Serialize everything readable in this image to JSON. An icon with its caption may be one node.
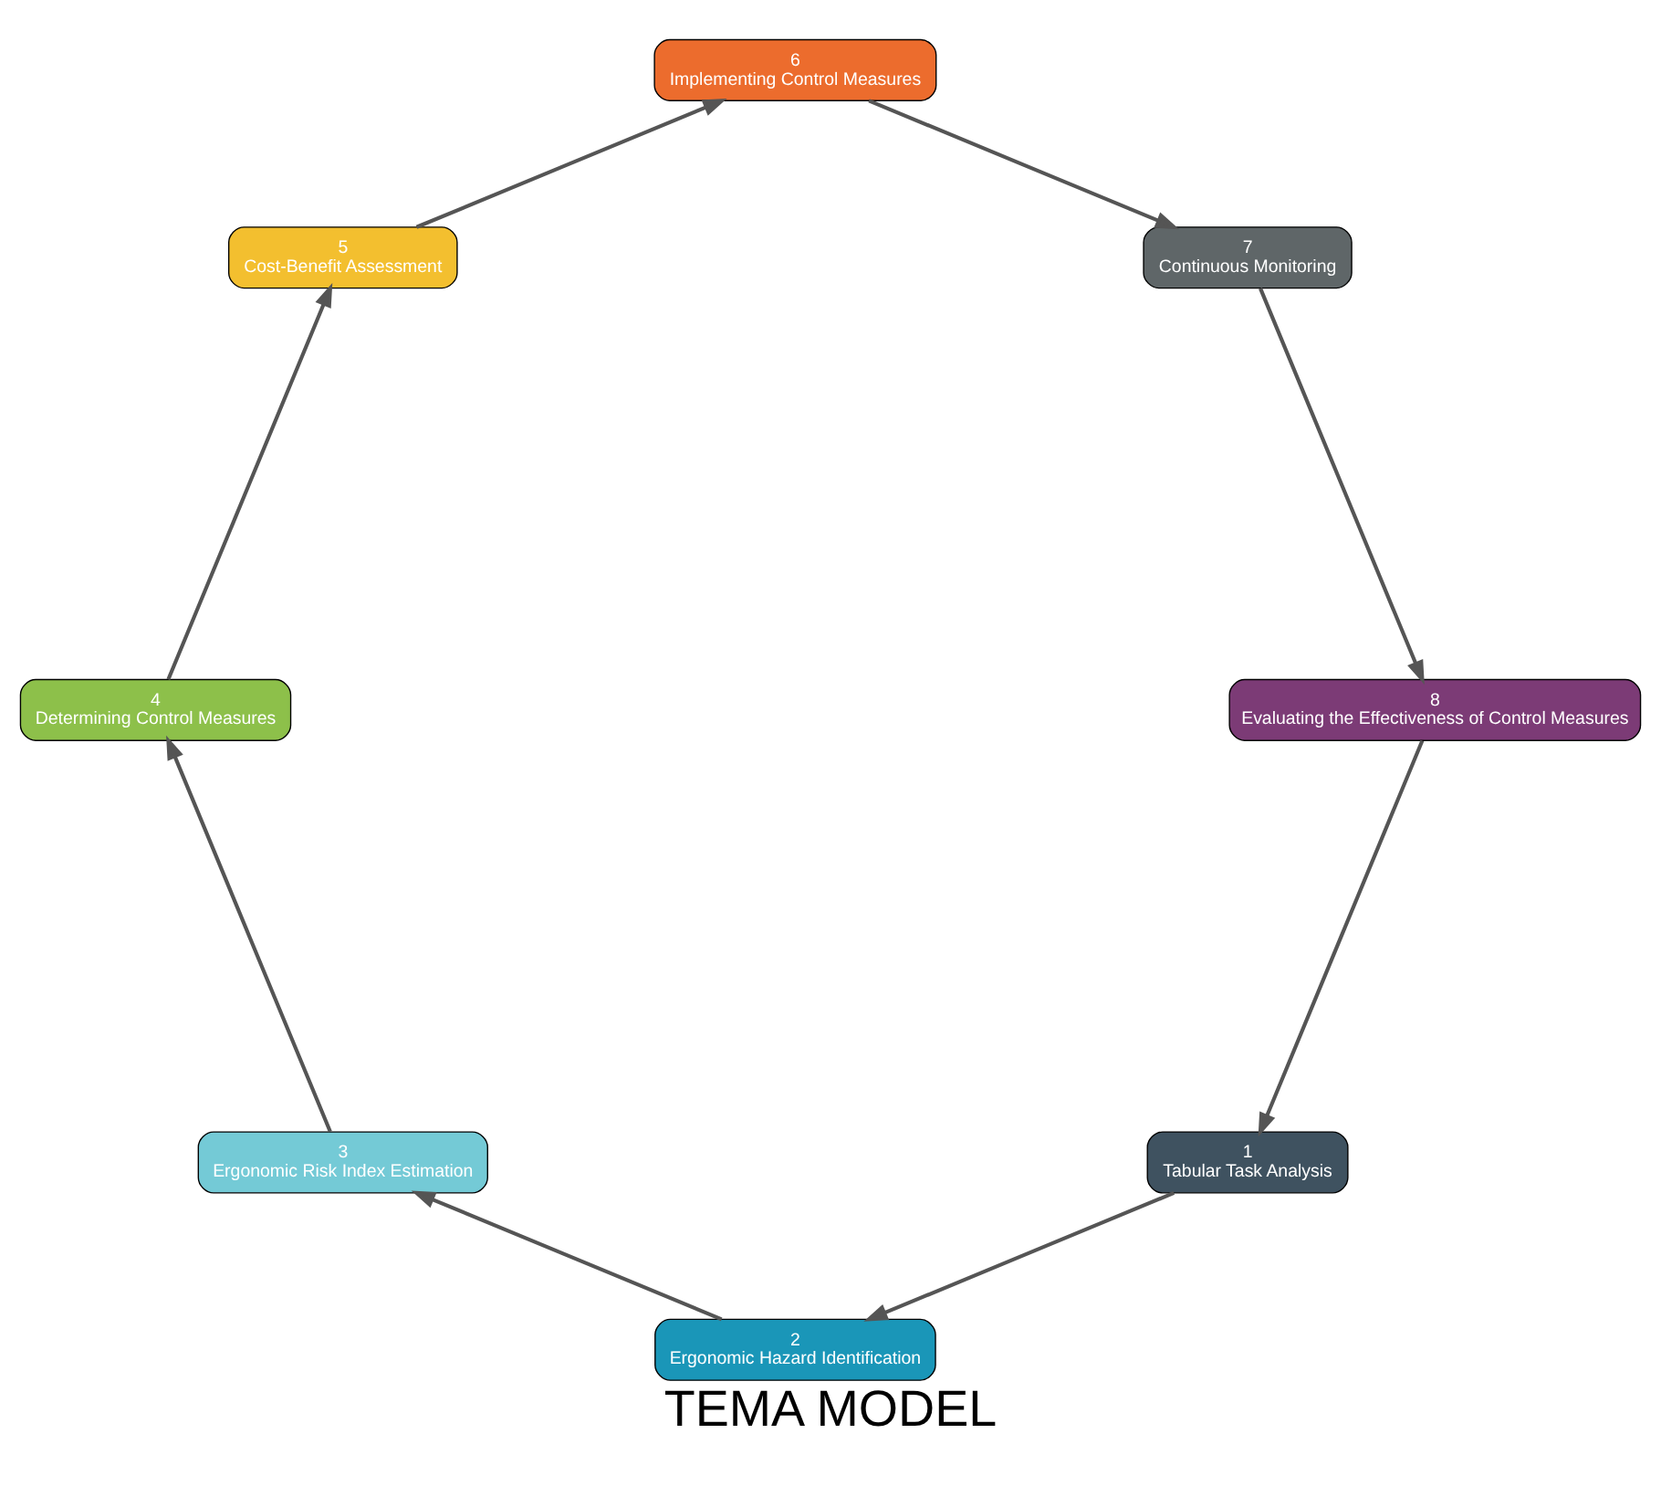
{
  "diagram": {
    "title": "TEMA MODEL",
    "nodes": [
      {
        "text": [
          "1",
          "Tabular Task Analysis"
        ]
      },
      {
        "text": [
          "2",
          "Ergonomic Hazard Identification"
        ]
      },
      {
        "text": [
          "3",
          "Ergonomic Risk Index Estimation"
        ]
      },
      {
        "text": [
          "4",
          "Determining Control Measures"
        ]
      },
      {
        "text": [
          "5",
          "Cost-Benefit Assessment"
        ]
      },
      {
        "text": [
          "6",
          "Implementing Control Measures"
        ]
      },
      {
        "text": [
          "7",
          "Continuous Monitoring"
        ]
      },
      {
        "text": [
          "8",
          "Evaluating the Effectiveness of Control Measures"
        ]
      }
    ],
    "edges": [
      {
        "from": 0,
        "to": 1,
        "arrow": "to"
      },
      {
        "from": 1,
        "to": 2,
        "arrow": "to"
      },
      {
        "from": 2,
        "to": 3,
        "arrow": "to"
      },
      {
        "from": 3,
        "to": 4,
        "arrow": "to"
      },
      {
        "from": 4,
        "to": 5,
        "arrow": "to"
      },
      {
        "from": 5,
        "to": 6,
        "arrow": "to"
      },
      {
        "from": 6,
        "to": 7,
        "arrow": "to"
      },
      {
        "from": 7,
        "to": 0,
        "arrow": "to"
      }
    ]
  }
}
